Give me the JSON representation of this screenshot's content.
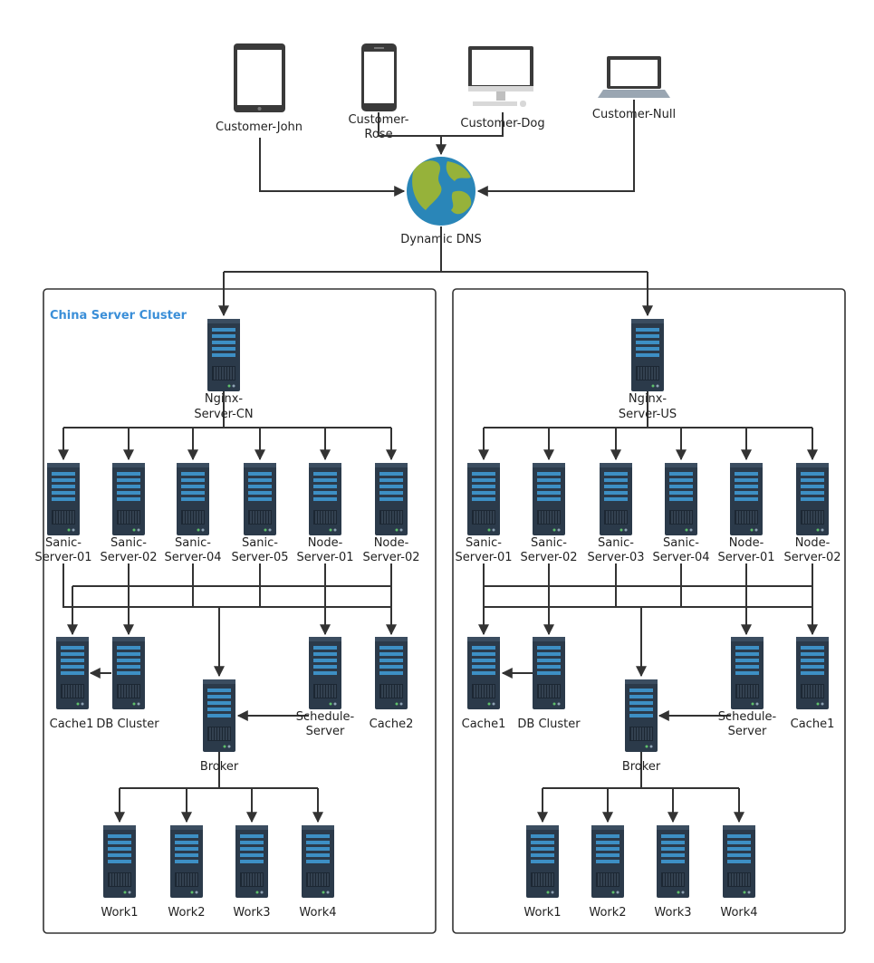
{
  "customers": {
    "tablet": "Customer-John",
    "phone_l1": "Customer-",
    "phone_l2": "Rose",
    "desktop": "Customer-Dog",
    "laptop": "Customer-Null"
  },
  "dns": {
    "label": "Dynamic DNS"
  },
  "icons": {
    "tablet": "tablet-icon",
    "phone": "smartphone-icon",
    "desktop": "desktop-monitor-icon",
    "laptop": "laptop-icon",
    "globe": "globe-icon",
    "server": "server-rack-icon"
  },
  "colors": {
    "server_body": "#2b3a4a",
    "server_slot": "#3d8fc4",
    "ocean": "#2a86b8",
    "land": "#96b23a",
    "cluster_title": "#3b8fd8"
  },
  "clusters": [
    {
      "title": "China Server Cluster",
      "nginx": [
        "Nginx-",
        "Server-CN"
      ],
      "apps": [
        [
          "Sanic-",
          "Server-01"
        ],
        [
          "Sanic-",
          "Server-02"
        ],
        [
          "Sanic-",
          "Server-04"
        ],
        [
          "Sanic-",
          "Server-05"
        ],
        [
          "Node-",
          "Server-01"
        ],
        [
          "Node-",
          "Server-02"
        ]
      ],
      "cache_left": "Cache1",
      "db": "DB Cluster",
      "broker": "Broker",
      "schedule": [
        "Schedule-",
        "Server"
      ],
      "cache_right": "Cache2",
      "workers": [
        "Work1",
        "Work2",
        "Work3",
        "Work4"
      ]
    },
    {
      "title": "",
      "nginx": [
        "Nginx-",
        "Server-US"
      ],
      "apps": [
        [
          "Sanic-",
          "Server-01"
        ],
        [
          "Sanic-",
          "Server-02"
        ],
        [
          "Sanic-",
          "Server-03"
        ],
        [
          "Sanic-",
          "Server-04"
        ],
        [
          "Node-",
          "Server-01"
        ],
        [
          "Node-",
          "Server-02"
        ]
      ],
      "cache_left": "Cache1",
      "db": "DB Cluster",
      "broker": "Broker",
      "schedule": [
        "Schedule-",
        "Server"
      ],
      "cache_right": "Cache1",
      "workers": [
        "Work1",
        "Work2",
        "Work3",
        "Work4"
      ]
    }
  ]
}
